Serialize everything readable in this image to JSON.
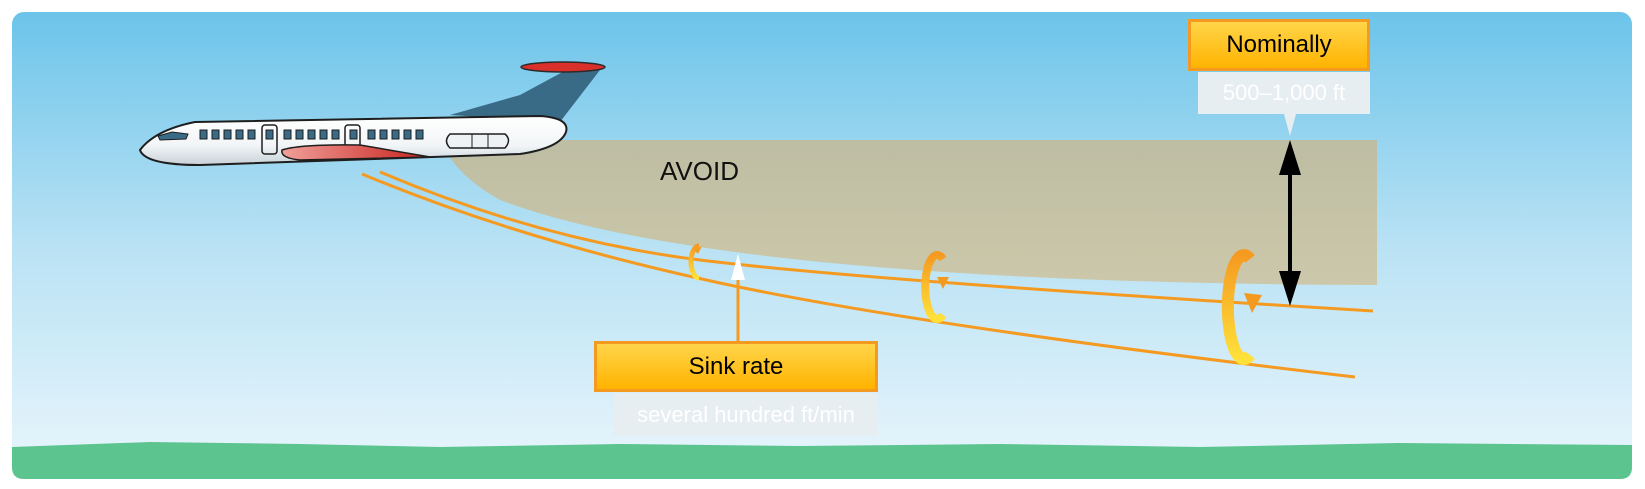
{
  "diagram": {
    "avoid_label": "AVOID",
    "height_callout": {
      "title": "Nominally",
      "value": "500–1,000 ft"
    },
    "sink_callout": {
      "title": "Sink rate",
      "value": "several hundred ft/min"
    }
  },
  "colors": {
    "sky_top": "#6cc4ea",
    "sky_bottom": "#eaf6fc",
    "ground": "#5bc48f",
    "avoid_zone": "#c6bf9f",
    "vortex_trail": "#f59a21",
    "callout_fill": "#ffc223",
    "callout_border": "#f59a21",
    "aircraft_tail": "#3a6b86",
    "aircraft_wing": "#d9302b"
  },
  "icons": [
    "aircraft-icon",
    "vortex-icon",
    "double-arrow-icon",
    "up-arrow-icon"
  ]
}
